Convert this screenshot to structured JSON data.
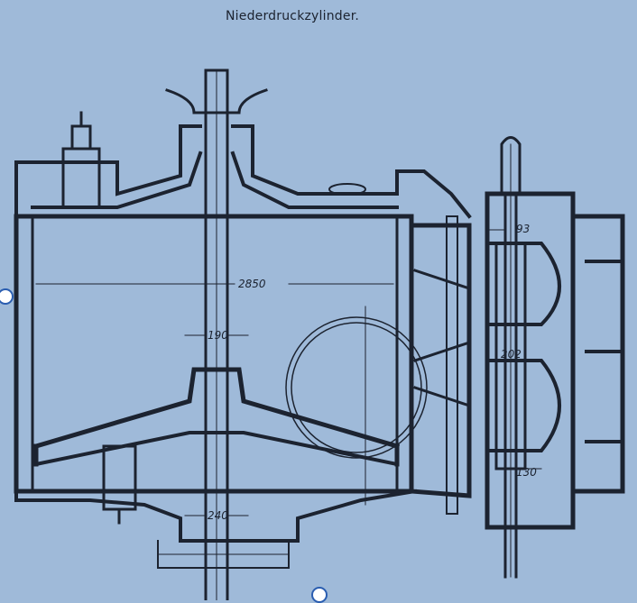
{
  "title": "Niederdruckzylinder.",
  "dimensions": {
    "bore": "2850",
    "rod_top": "190",
    "rod_bottom": "240",
    "valve_rod": "93",
    "valve_body": "202",
    "valve_rod_bottom": "130"
  },
  "colors": {
    "background": "#9fbad9",
    "ink": "#1c2330",
    "handle": "#ffffff"
  }
}
